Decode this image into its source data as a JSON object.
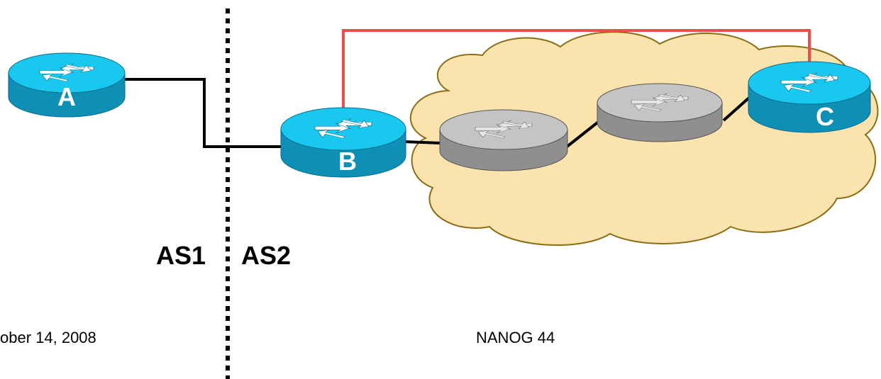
{
  "routers": {
    "a": {
      "label": "A",
      "color": "cyan"
    },
    "b": {
      "label": "B",
      "color": "cyan"
    },
    "c": {
      "label": "C",
      "color": "cyan"
    },
    "internal_1": {
      "label": "",
      "color": "gray"
    },
    "internal_2": {
      "label": "",
      "color": "gray"
    }
  },
  "as_labels": {
    "left": "AS1",
    "right": "AS2"
  },
  "footer": {
    "left": "ober 14, 2008",
    "right": "NANOG 44"
  },
  "colors": {
    "cyan_top": "#19c8ef",
    "cyan_side": "#0e8fb5",
    "gray_top": "#c4c4c4",
    "gray_side": "#8f8f8f",
    "cloud_fill": "#fbe3ad",
    "cloud_stroke": "#8b6d14",
    "red_link": "#f24b4b",
    "black_link": "#000000"
  },
  "icons": {
    "router": "router-arrows-icon",
    "cloud": "network-cloud-icon"
  }
}
